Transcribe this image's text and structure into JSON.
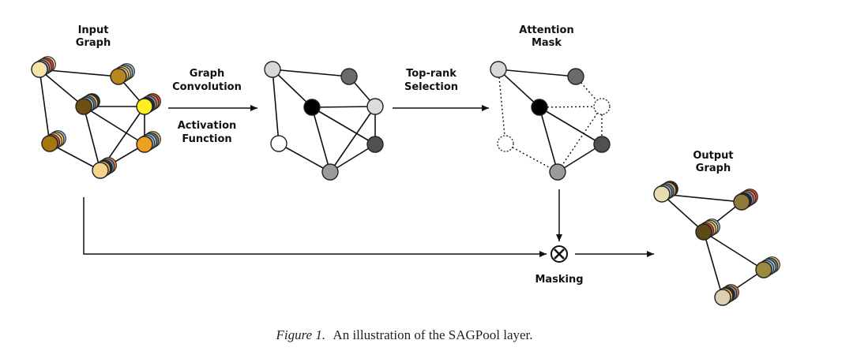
{
  "labels": {
    "input_graph": [
      "Input",
      "Graph"
    ],
    "graph_convolution": [
      "Graph",
      "Convolution"
    ],
    "activation_function": [
      "Activation",
      "Function"
    ],
    "top_rank_selection": [
      "Top-rank",
      "Selection"
    ],
    "attention_mask": [
      "Attention",
      "Mask"
    ],
    "output_graph": [
      "Output",
      "Graph"
    ],
    "masking": "Masking"
  },
  "caption": {
    "prefix": "Figure 1.",
    "text": "An illustration of the SAGPool layer."
  },
  "node_colors": {
    "input": [
      "#f5e3a8",
      "#b8861c",
      "#6b5012",
      "#ffee22",
      "#a8760e",
      "#f0a020",
      "#f4d38a"
    ],
    "convolution": [
      "#d8d8d8",
      "#6b6b6b",
      "#000000",
      "#dcdcdc",
      "#ffffff",
      "#505050",
      "#9b9b9b"
    ],
    "attention": [
      "#d8d8d8",
      "#6b6b6b",
      "#000000",
      "#ffffff",
      "#ffffff",
      "#505050",
      "#9b9b9b"
    ],
    "output": [
      "#e8dcb0",
      "#8e7b3a",
      "#5e4a14",
      "#9e8a3e",
      "#ddd0b2"
    ]
  },
  "stack_palette": [
    "#2a2a2a",
    "#6a8bc4",
    "#e07a3a",
    "#c94b3b",
    "#d9c7a0",
    "#f2c34a",
    "#8ab0d8",
    "#b0b0b0",
    "#4a7fb5",
    "#e8b04a"
  ]
}
